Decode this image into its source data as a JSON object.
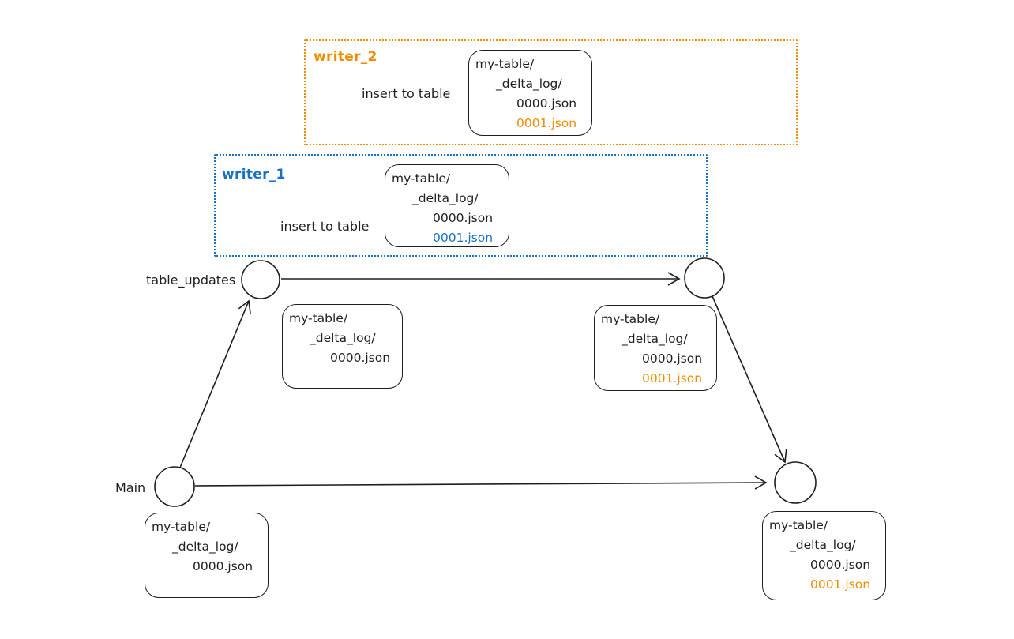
{
  "colors": {
    "ink": "#1e1e1e",
    "orange": "#f08c00",
    "blue": "#1971c2",
    "background": "#ffffff"
  },
  "writer2": {
    "label": "writer_2",
    "action": "insert to table"
  },
  "writer1": {
    "label": "writer_1",
    "action": "insert to table"
  },
  "branches": {
    "table_updates": "table_updates",
    "main": "Main"
  },
  "files": {
    "writer2": {
      "root": "my-table/",
      "log_dir": "_delta_log/",
      "file0": "0000.json",
      "file1": "0001.json"
    },
    "writer1": {
      "root": "my-table/",
      "log_dir": "_delta_log/",
      "file0": "0000.json",
      "file1": "0001.json"
    },
    "table_updates_start": {
      "root": "my-table/",
      "log_dir": "_delta_log/",
      "file0": "0000.json"
    },
    "table_updates_end": {
      "root": "my-table/",
      "log_dir": "_delta_log/",
      "file0": "0000.json",
      "file1": "0001.json"
    },
    "main_start": {
      "root": "my-table/",
      "log_dir": "_delta_log/",
      "file0": "0000.json"
    },
    "main_end": {
      "root": "my-table/",
      "log_dir": "_delta_log/",
      "file0": "0000.json",
      "file1": "0001.json"
    }
  }
}
